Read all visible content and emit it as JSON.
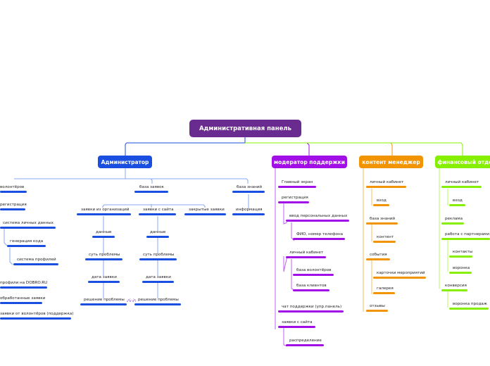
{
  "root": {
    "label": "Административная панель"
  },
  "colors": {
    "admin": "#1a4ee0",
    "moderator": "#a10ee6",
    "content": "#f29300",
    "finance": "#86ef00",
    "root": "#6a2b91"
  },
  "branches": {
    "admin": {
      "label": "Администратор",
      "items": [
        {
          "label": "волонтёров"
        },
        {
          "label": "регистрация"
        },
        {
          "label": "система личных данных"
        },
        {
          "label": "генерация кода"
        },
        {
          "label": "система профилей"
        },
        {
          "label": "профили на DOBRO.RU"
        },
        {
          "label": "обработанные заявки"
        },
        {
          "label": "заявки от волонтёров (поддержка)"
        },
        {
          "label": "база заявок"
        },
        {
          "label": "заявки из организаций"
        },
        {
          "label": "данные"
        },
        {
          "label": "суть проблемы"
        },
        {
          "label": "дата заявки"
        },
        {
          "label": "решение проблемы"
        },
        {
          "label": "заявки с сайта"
        },
        {
          "label": "данные"
        },
        {
          "label": "суть проблемы"
        },
        {
          "label": "дата заявки"
        },
        {
          "label": "решение проблемы"
        },
        {
          "label": "закрытые заявки"
        },
        {
          "label": "база знаний"
        },
        {
          "label": "информация"
        }
      ]
    },
    "moderator": {
      "label": "модератор поддержки",
      "items": [
        {
          "label": "Главный экран"
        },
        {
          "label": "регистрация"
        },
        {
          "label": "ввод персональных данных"
        },
        {
          "label": "ФИО, номер телефона"
        },
        {
          "label": "личный кабинет"
        },
        {
          "label": "база волонтёров"
        },
        {
          "label": "база клиентов"
        },
        {
          "label": "чат поддержки (упр.панель)"
        },
        {
          "label": "заявки с сайта"
        },
        {
          "label": "распределение"
        }
      ]
    },
    "content": {
      "label": "контент менеджер",
      "items": [
        {
          "label": "личный кабинет"
        },
        {
          "label": "вход"
        },
        {
          "label": "база знаний"
        },
        {
          "label": "контент"
        },
        {
          "label": "события"
        },
        {
          "label": "карточки мероприятий"
        },
        {
          "label": "галерея"
        },
        {
          "label": "отзывы"
        }
      ]
    },
    "finance": {
      "label": "финансовый отдел",
      "items": [
        {
          "label": "личный кабинет"
        },
        {
          "label": "вход"
        },
        {
          "label": "реклама"
        },
        {
          "label": "работа с партнерами"
        },
        {
          "label": "контакты"
        },
        {
          "label": "воронка"
        },
        {
          "label": "конверсия"
        },
        {
          "label": "воронка продаж"
        }
      ]
    }
  }
}
